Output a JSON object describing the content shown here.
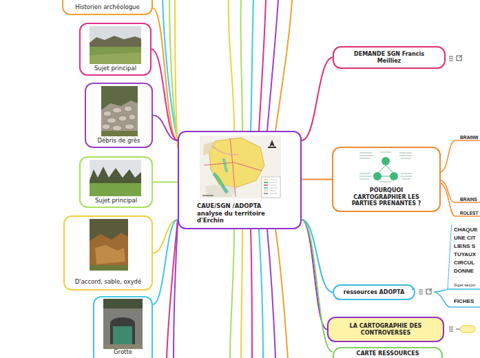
{
  "diagram": {
    "nodes": [
      {
        "text": [
          "CAUE/SGN /ADOPTA analyse du territoire d'Erchin"
        ]
      },
      {
        "text": [
          "Historien archéologue"
        ]
      },
      {
        "text": [
          "Sujet principal"
        ]
      },
      {
        "text": [
          "Débris de grès"
        ]
      },
      {
        "text": [
          "Sujet principal"
        ]
      },
      {
        "text": [
          "D'accord, sable, oxydé"
        ]
      },
      {
        "text": [
          "Grotte"
        ]
      },
      {
        "text": [
          "DEMANDE SGN Francis Meilliez"
        ]
      },
      {
        "text": [
          "POURQUOI CARTOGRAPHIER LES PARTIES PRENANTES ?"
        ]
      },
      {
        "text": [
          "ressources ADOPTA"
        ]
      },
      {
        "text": [
          "LA CARTOGRAPHIE DES CONTROVERSES"
        ]
      },
      {
        "text": [
          "CARTE RESSOURCES"
        ]
      }
    ],
    "edges": [
      {
        "from": 0,
        "to": 1,
        "arrow": "none"
      },
      {
        "from": 0,
        "to": 2,
        "arrow": "none"
      },
      {
        "from": 0,
        "to": 3,
        "arrow": "none"
      },
      {
        "from": 0,
        "to": 4,
        "arrow": "none"
      },
      {
        "from": 0,
        "to": 5,
        "arrow": "none"
      },
      {
        "from": 0,
        "to": 6,
        "arrow": "none"
      },
      {
        "from": 0,
        "to": 7,
        "arrow": "none"
      },
      {
        "from": 0,
        "to": 8,
        "arrow": "none"
      },
      {
        "from": 0,
        "to": 9,
        "arrow": "none"
      },
      {
        "from": 0,
        "to": 10,
        "arrow": "none"
      },
      {
        "from": 0,
        "to": 11,
        "arrow": "none"
      }
    ],
    "labels": [
      "BRAINW",
      "BRAINS",
      "ROLEST",
      "CHAQUE",
      "UNE CIT",
      "LIENS S",
      "TUYAUX",
      "CIRCUL",
      "DONNE",
      "Sujet secon",
      "FICHES"
    ]
  }
}
